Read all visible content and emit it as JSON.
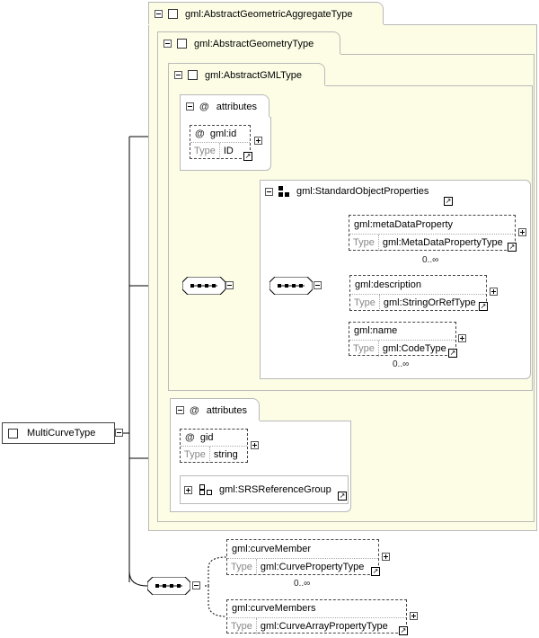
{
  "root": {
    "label": "MultiCurveType"
  },
  "aggregate": {
    "label": "gml:AbstractGeometricAggregateType"
  },
  "geometry": {
    "label": "gml:AbstractGeometryType"
  },
  "gml": {
    "label": "gml:AbstractGMLType"
  },
  "attributes1": {
    "label": "attributes",
    "id_attr": {
      "at": "@",
      "name": "gml:id",
      "type_key": "Type",
      "type_value": "ID"
    }
  },
  "standard_props": {
    "label": "gml:StandardObjectProperties"
  },
  "meta": {
    "name": "gml:metaDataProperty",
    "type_key": "Type",
    "type_value": "gml:MetaDataPropertyType",
    "occurs": "0..∞"
  },
  "description": {
    "name": "gml:description",
    "type_key": "Type",
    "type_value": "gml:StringOrRefType"
  },
  "name_el": {
    "name": "gml:name",
    "type_key": "Type",
    "type_value": "gml:CodeType",
    "occurs": "0..∞"
  },
  "attributes2": {
    "label": "attributes",
    "gid": {
      "at": "@",
      "name": "gid",
      "type_key": "Type",
      "type_value": "string"
    },
    "group": {
      "label": "gml:SRSReferenceGroup"
    }
  },
  "curve_member": {
    "name": "gml:curveMember",
    "type_key": "Type",
    "type_value": "gml:CurvePropertyType",
    "occurs": "0..∞"
  },
  "curve_members": {
    "name": "gml:curveMembers",
    "type_key": "Type",
    "type_value": "gml:CurveArrayPropertyType"
  },
  "colors": {
    "panel_fill": "#fdfde6",
    "border": "#b9b9b9"
  },
  "icons": [
    "collapse-icon",
    "expand-icon",
    "complex-type-icon",
    "group-icon",
    "sequence-icon",
    "link-arrow-icon",
    "attribute-at-icon"
  ]
}
